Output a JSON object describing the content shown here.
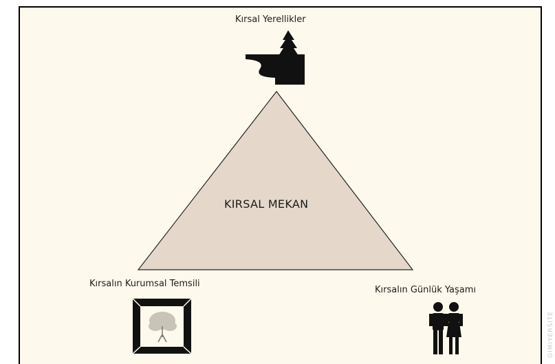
{
  "diagram": {
    "center": "KIRSAL MEKAN",
    "top_vertex": "Kırsal Yerellikler",
    "bottom_left_vertex": "Kırsalın Kurumsal Temsili",
    "bottom_right_vertex": "Kırsalın Günlük Yaşamı"
  },
  "icons": {
    "top": "tree-road-icon",
    "bottom_left": "framed-tree-icon",
    "bottom_right": "couple-icon"
  },
  "watermark": "GİMİYERSİTE",
  "colors": {
    "panel_background": "#fdf9ec",
    "triangle_fill": "#e5d8cb",
    "triangle_stroke": "#222222",
    "icon": "#111111"
  }
}
